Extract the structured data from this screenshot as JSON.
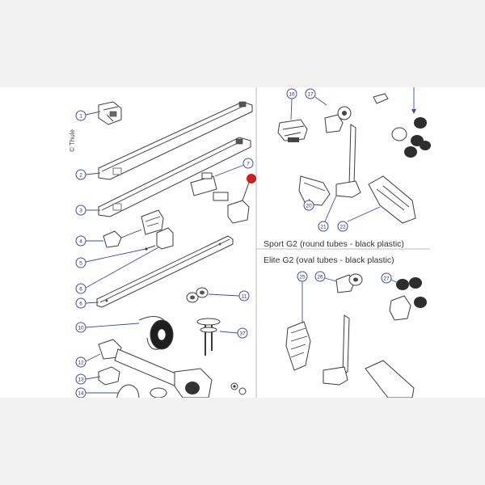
{
  "copyright": "© Thule",
  "sections": {
    "sport": "Sport G2 (round tubes - black plastic)",
    "elite": "Elite G2 (oval tubes - black plastic)"
  },
  "callouts": {
    "c1": "1",
    "c2": "2",
    "c3": "3",
    "c4": "4",
    "c5": "5",
    "c6a": "6",
    "c6b": "6",
    "c7": "7",
    "c10": "10",
    "c11": "11",
    "c12": "12",
    "c13": "13",
    "c14": "14",
    "c16": "16",
    "c17": "17",
    "c20": "20",
    "c21": "21",
    "c22": "22",
    "c25": "25",
    "c26": "26",
    "c27": "27",
    "c37": "37"
  },
  "colors": {
    "callout": "#3a4cb0",
    "highlight": "#d81c1c",
    "line": "#3c3c3c"
  }
}
